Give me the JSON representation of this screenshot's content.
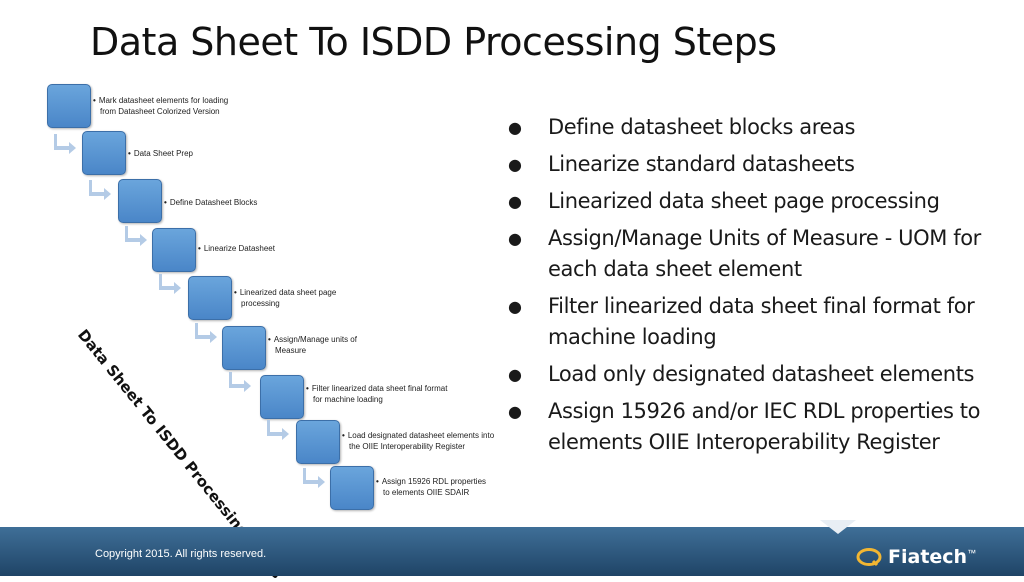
{
  "title": "Data Sheet To ISDD Processing Steps",
  "diagram": {
    "vertical_title": "Data Sheet To ISDD Processing Steps",
    "steps": [
      {
        "line1": "Mark datasheet elements for loading",
        "line2": "from Datasheet Colorized Version"
      },
      {
        "line1": "Data Sheet Prep",
        "line2": ""
      },
      {
        "line1": "Define Datasheet Blocks",
        "line2": ""
      },
      {
        "line1": "Linearize Datasheet",
        "line2": ""
      },
      {
        "line1": "Linearized data sheet page",
        "line2": "processing"
      },
      {
        "line1": "Assign/Manage units of",
        "line2": "Measure"
      },
      {
        "line1": "Filter linearized data sheet final format",
        "line2": "for machine loading"
      },
      {
        "line1": "Load designated datasheet elements into",
        "line2": "the OIIE Interoperability Register"
      },
      {
        "line1": "Assign 15926 RDL properties",
        "line2": "to elements OIIE SDAIR"
      }
    ]
  },
  "bullets": [
    "Define datasheet blocks areas",
    "Linearize  standard datasheets",
    "Linearized data sheet page processing",
    "Assign/Manage Units of Measure - UOM for each data sheet element",
    "Filter linearized data sheet final format for machine loading",
    "Load only designated datasheet elements",
    "Assign 15926 and/or IEC RDL properties to elements OIIE Interoperability Register"
  ],
  "footer": {
    "copyright": "Copyright 2015. All rights reserved.",
    "logo_text": "Fiatech",
    "logo_mark": "™"
  },
  "colors": {
    "box": "#5b9bd5",
    "arrow": "#b4cbe6",
    "footer": "#2f5a80"
  }
}
